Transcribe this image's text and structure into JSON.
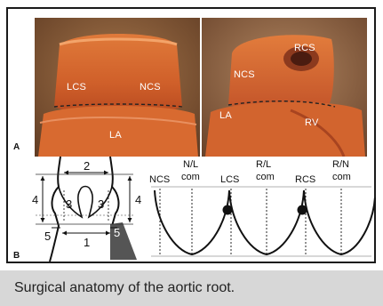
{
  "panel_a": {
    "letter": "A",
    "left_photo_labels": {
      "lcs": "LCS",
      "ncs": "NCS",
      "la": "LA"
    },
    "right_photo_labels": {
      "rcs": "RCS",
      "ncs": "NCS",
      "la": "LA",
      "rv": "RV"
    }
  },
  "panel_b": {
    "letter": "B",
    "dimension_labels": {
      "top_width": "2",
      "left_height": "4",
      "right_height": "4",
      "sinus_left": "3",
      "sinus_right": "3",
      "base_width": "1",
      "base_left": "5",
      "base_right": "5"
    },
    "cusp_labels": [
      {
        "line1": "NCS",
        "line2": ""
      },
      {
        "line1": "N/L",
        "line2": "com"
      },
      {
        "line1": "LCS",
        "line2": ""
      },
      {
        "line1": "R/L",
        "line2": "com"
      },
      {
        "line1": "RCS",
        "line2": ""
      },
      {
        "line1": "R/N",
        "line2": "com"
      }
    ]
  },
  "caption": "Surgical anatomy of the aortic root.",
  "colors": {
    "tissue": "#d8642a",
    "background_photo": "#7a4a2a",
    "caption_bg": "#d7d7d7"
  }
}
